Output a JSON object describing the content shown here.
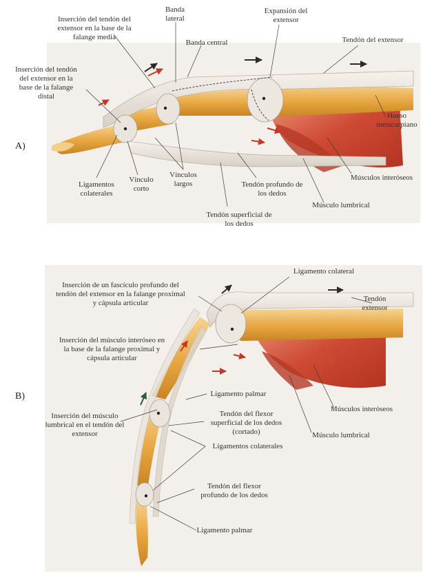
{
  "colors": {
    "bone": "#e7a640",
    "bone_light": "#f4cd86",
    "muscle": "#c8422e",
    "muscle_light": "#e58a6d",
    "tendon": "#e9e4dc",
    "tendon_edge": "#b9b1a5",
    "panel_bg": "#f3efea",
    "arrow_dark": "#2a2a2a",
    "arrow_red": "#c2392c",
    "arrow_green": "#2f5a3c",
    "leader": "#3a3a3a"
  },
  "panel_a": {
    "letter": "A)",
    "labels": {
      "ins_media": [
        "Inserción del tendón del",
        "extensor en la base de la",
        "falange media"
      ],
      "banda_lateral": [
        "Banda",
        "lateral"
      ],
      "banda_central": [
        "Banda central"
      ],
      "expansion": [
        "Expansión del",
        "extensor"
      ],
      "tendon_extensor": [
        "Tendón del extensor"
      ],
      "ins_distal": [
        "Inserción del tendón",
        "del extensor en la",
        "base de la falange",
        "distal"
      ],
      "hueso_meta": [
        "Hueso",
        "metacarpiano"
      ],
      "ligamentos_colaterales": [
        "Ligamentos",
        "colaterales"
      ],
      "vinculo_corto": [
        "Vínculo",
        "corto"
      ],
      "vinculos_largos": [
        "Vínculos",
        "largos"
      ],
      "tendon_profundo": [
        "Tendón profundo de",
        "los dedos"
      ],
      "musculos_interoseos": [
        "Músculos interóseos"
      ],
      "musculo_lumbrical": [
        "Músculo lumbrical"
      ],
      "tendon_superficial": [
        "Tendón superficial de",
        "los dedos"
      ]
    }
  },
  "panel_b": {
    "letter": "B)",
    "labels": {
      "ligamento_colateral": [
        "Ligamento colateral"
      ],
      "ins_fasciculo": [
        "Inserción de un fascículo profundo del",
        "tendón del extensor en la falange proximal",
        "y cápsula articular"
      ],
      "tendon_extensor": [
        "Tendón",
        "extensor"
      ],
      "ins_interoseo": [
        "Inserción del músculo interóseo en",
        "la base de la falange proximal y",
        "cápsula articular"
      ],
      "ligamento_palmar_1": [
        "Ligamento palmar"
      ],
      "ins_lumbrical": [
        "Inserción del músculo",
        "lumbrical en el tendón del",
        "extensor"
      ],
      "tendon_flexor_sup": [
        "Tendón del flexor",
        "superficial de los dedos",
        "(cortado)"
      ],
      "musculos_interoseos": [
        "Músculos interóseos"
      ],
      "musculo_lumbrical": [
        "Músculo lumbrical"
      ],
      "ligamentos_colaterales": [
        "Ligamentos colaterales"
      ],
      "tendon_flexor_prof": [
        "Tendón del flexor",
        "profundo de los dedos"
      ],
      "ligamento_palmar_2": [
        "Ligamento palmar"
      ]
    }
  }
}
